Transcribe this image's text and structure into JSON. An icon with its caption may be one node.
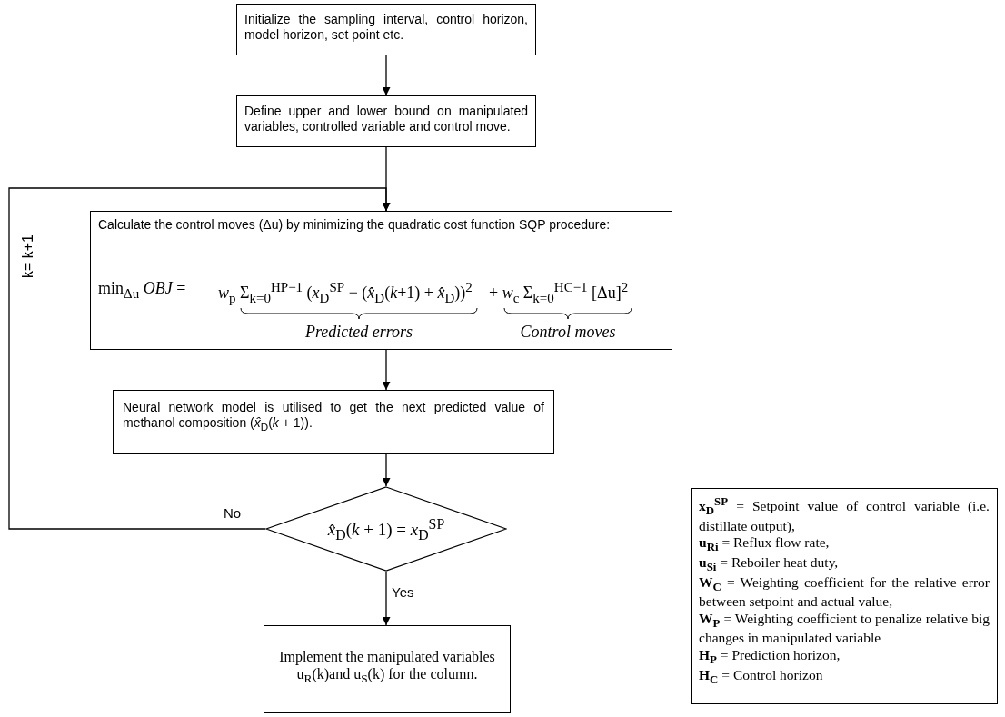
{
  "diagram": {
    "nodes": [
      {
        "text": [
          "Initialize the sampling interval, control horizon, model horizon, set point etc."
        ]
      },
      {
        "text": [
          "Define upper and lower bound on manipulated variables, controlled variable and control move."
        ]
      },
      {
        "text": [
          "Calculate the control moves (Δu) by minimizing the quadratic cost function SQP procedure:",
          "min$_{Δu}$ *OBJ* =",
          "*w*$_{p}$ Σ$_{k=0}$$^{HP−1}$ (*x*$_{D}$$^{SP}$ − (*x̂*$_{D}$(*k*+1) + *x̂*$_{D}$))$^{2}$",
          "+ *w*$_{c}$ Σ$_{k=0}$$^{HC−1}$ [Δu]$^{2}$",
          "Predicted errors",
          "Control moves"
        ]
      },
      {
        "text": [
          "Neural network model is utilised to get the next predicted value of methanol composition (*x̂*$_{D}$(*k* + 1))."
        ]
      },
      {
        "text": [
          "*x̂*$_{D}$(*k* + 1) = *x*$_{D}$$^{SP}$"
        ]
      },
      {
        "text": [
          "Implement the manipulated variables u$_{R}$(k)and u$_{S}$(k) for the column."
        ]
      },
      {
        "text": [
          "**x**$_{D}$$^{SP}$ = Setpoint value of control variable (i.e. distillate output),",
          "**u**$_{Ri}$ = Reflux flow rate,",
          "**u**$_{Si}$ = Reboiler heat duty,",
          "**W**$_{C}$ = Weighting coefficient for the relative error between setpoint and actual value,",
          "**W**$_{P}$ = Weighting coefficient to penalize relative big changes in manipulated variable",
          "**H**$_{P}$ = Prediction horizon,",
          "**H**$_{C}$ = Control horizon"
        ]
      }
    ],
    "edges": [
      {
        "from": 0,
        "to": 1,
        "arrow": "to"
      },
      {
        "from": 1,
        "to": 2,
        "arrow": "to"
      },
      {
        "from": 2,
        "to": 3,
        "arrow": "to"
      },
      {
        "from": 3,
        "to": 4,
        "arrow": "to"
      },
      {
        "from": 4,
        "to": 5,
        "label": "Yes",
        "arrow": "to"
      },
      {
        "from": 4,
        "to": 2,
        "label": "No",
        "arrow": "to"
      }
    ],
    "labels": [
      "k= k+1"
    ]
  }
}
